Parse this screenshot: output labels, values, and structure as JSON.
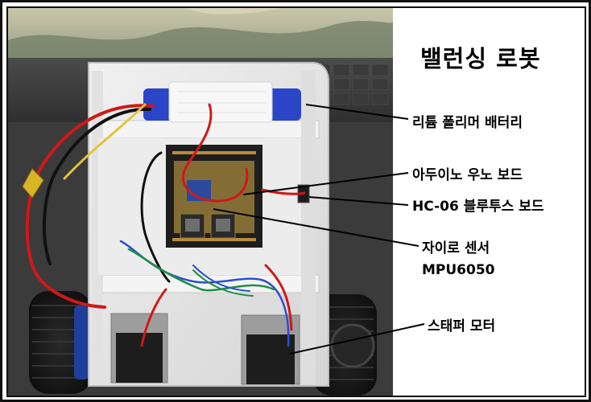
{
  "title": "밸런싱 로봇",
  "labels": {
    "battery": "리튬 폴리머 배터리",
    "arduino": "아두이노 우노 보드",
    "bluetooth": "HC-06 블루투스 보드",
    "gyro_line1": "자이로 센서",
    "gyro_line2": "MPU6050",
    "stepper": "스태퍼 모터"
  },
  "colors": {
    "frame": "#111111",
    "chassis": "#e9e9e9",
    "wheel": "#1f1f1f",
    "wheel_hub": "#1f3f9a",
    "battery": "#2b45c8",
    "board": "#1e1e1e",
    "wire_red": "#d01818"
  }
}
